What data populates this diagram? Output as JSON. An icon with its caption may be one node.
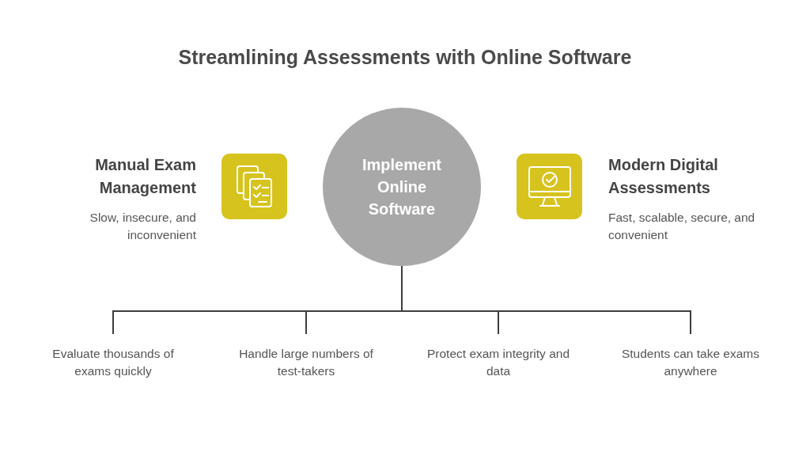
{
  "diagram": {
    "title": "Streamlining Assessments with Online Software",
    "nodes": [
      {
        "text": [],
        "shape": "box",
        "beside": [
          "Manual Exam Management",
          "Slow, insecure, and inconvenient"
        ]
      },
      {
        "text": [
          "Implement Online Software"
        ]
      },
      {
        "text": [],
        "shape": "box",
        "beside": [
          "Modern Digital Assessments",
          "Fast, scalable, secure, and convenient"
        ]
      },
      {
        "text": [
          "Evaluate thousands of exams quickly"
        ]
      },
      {
        "text": [
          "Handle large numbers of test-takers"
        ]
      },
      {
        "text": [
          "Protect exam integrity and data"
        ]
      },
      {
        "text": [
          "Students can take exams anywhere"
        ]
      }
    ],
    "edges": [
      {
        "from": 1,
        "to": 3,
        "arrow": "none"
      },
      {
        "from": 1,
        "to": 4,
        "arrow": "none"
      },
      {
        "from": 1,
        "to": 5,
        "arrow": "none"
      },
      {
        "from": 1,
        "to": 6,
        "arrow": "none"
      }
    ]
  }
}
